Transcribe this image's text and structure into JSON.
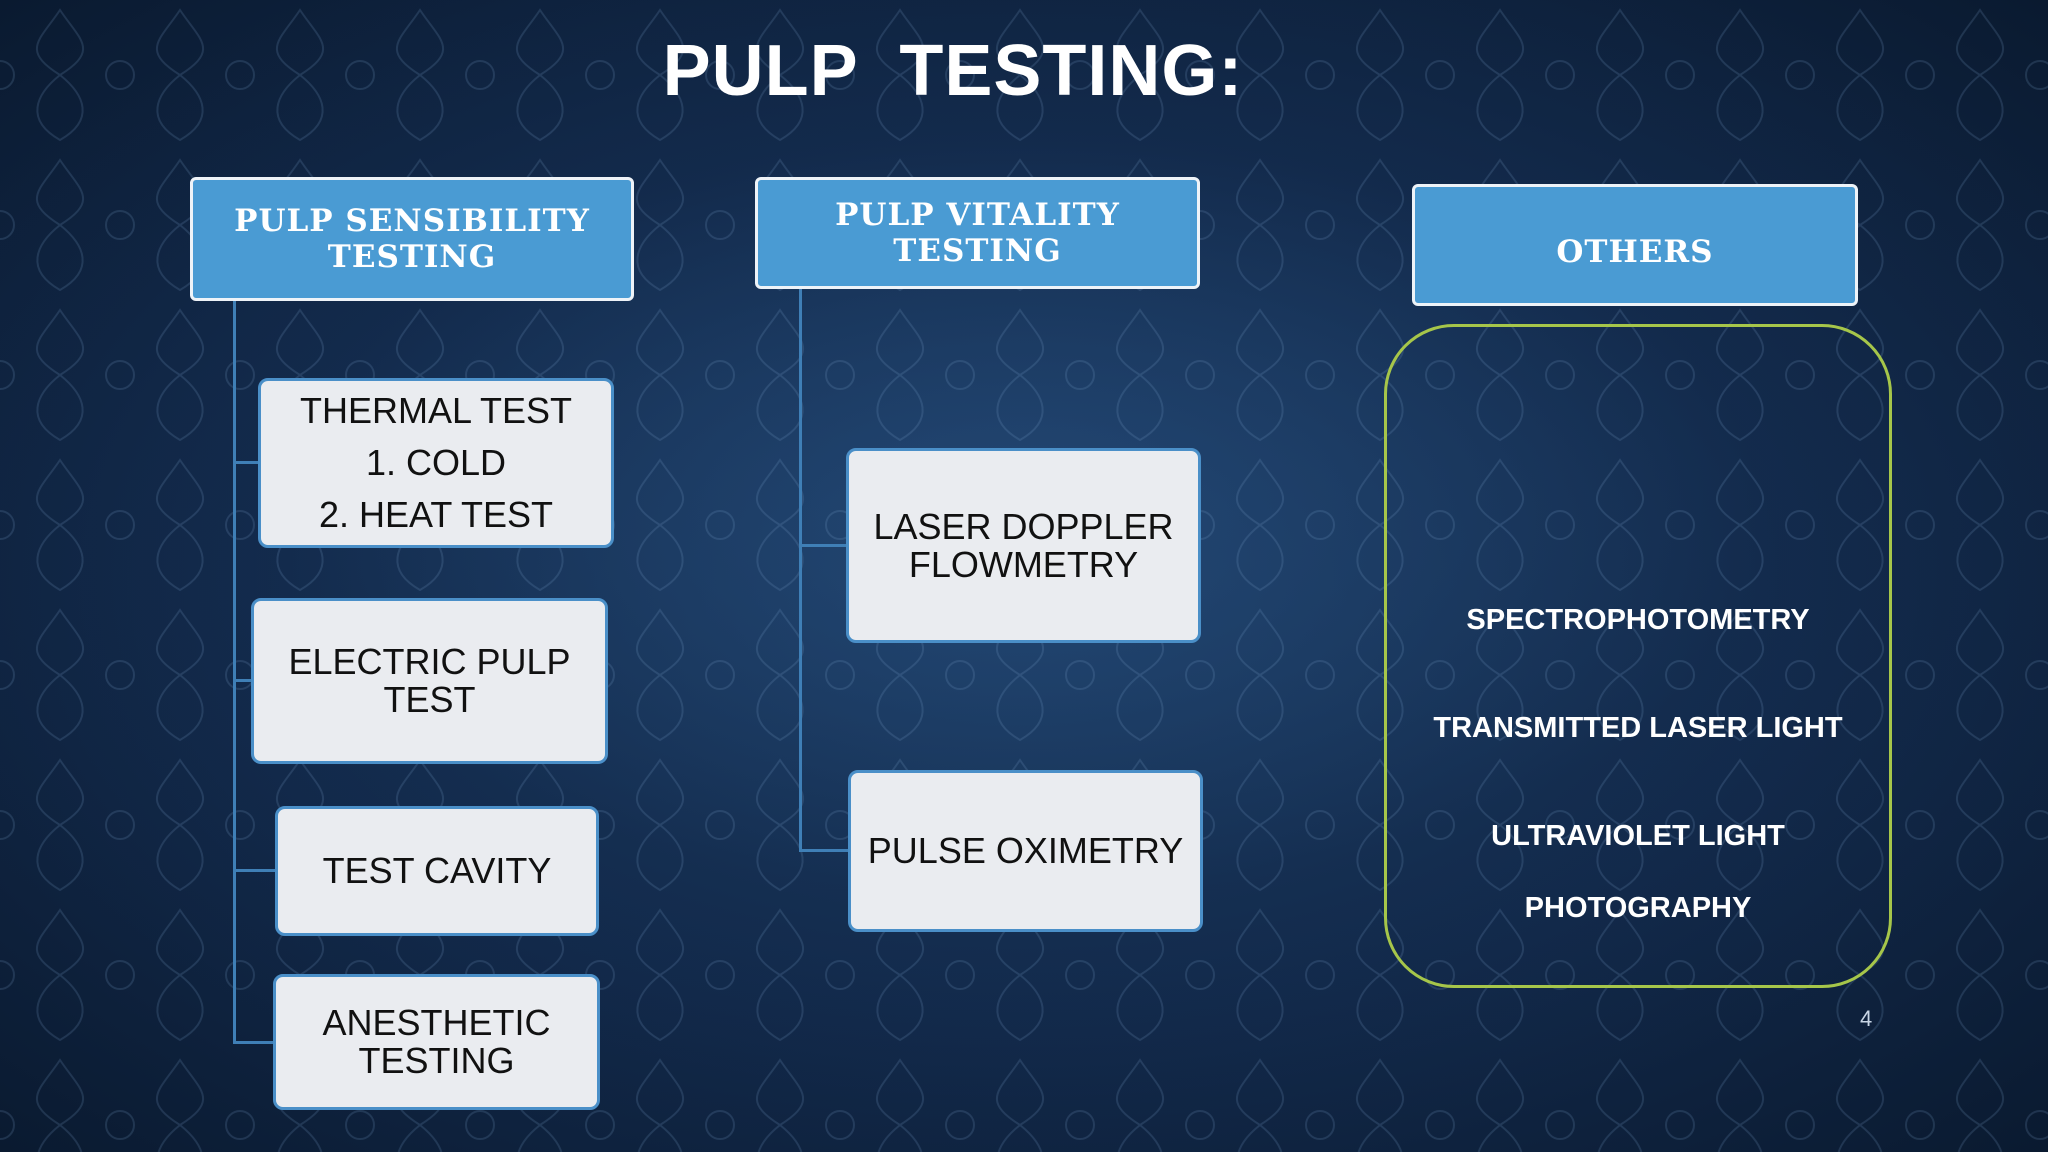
{
  "slide": {
    "title": "PULP  TESTING:",
    "page_number": "4"
  },
  "columns": [
    {
      "header": "PULP SENSIBILITY\nTESTING",
      "items": [
        {
          "lines": [
            "THERMAL TEST",
            "1. COLD",
            "2. HEAT TEST"
          ]
        },
        {
          "lines": [
            "ELECTRIC PULP",
            "TEST"
          ]
        },
        {
          "lines": [
            "TEST CAVITY"
          ]
        },
        {
          "lines": [
            "ANESTHETIC",
            "TESTING"
          ]
        }
      ]
    },
    {
      "header": "PULP VITALITY\nTESTING",
      "items": [
        {
          "lines": [
            "LASER DOPPLER",
            "FLOWMETRY"
          ]
        },
        {
          "lines": [
            "PULSE OXIMETRY"
          ]
        }
      ]
    },
    {
      "header": "OTHERS",
      "items": [
        {
          "lines": [
            "SPECTROPHOTOMETRY"
          ]
        },
        {
          "lines": [
            "TRANSMITTED LASER LIGHT"
          ]
        },
        {
          "lines": [
            "ULTRAVIOLET LIGHT",
            "PHOTOGRAPHY"
          ]
        }
      ]
    }
  ],
  "colors": {
    "header_fill": "#4a9bd3",
    "item_fill": "#eaecf0",
    "item_border": "#4a8fc8",
    "connector": "#3f7fb6",
    "others_group_border": "#a6c64a",
    "background": "#12294a"
  }
}
